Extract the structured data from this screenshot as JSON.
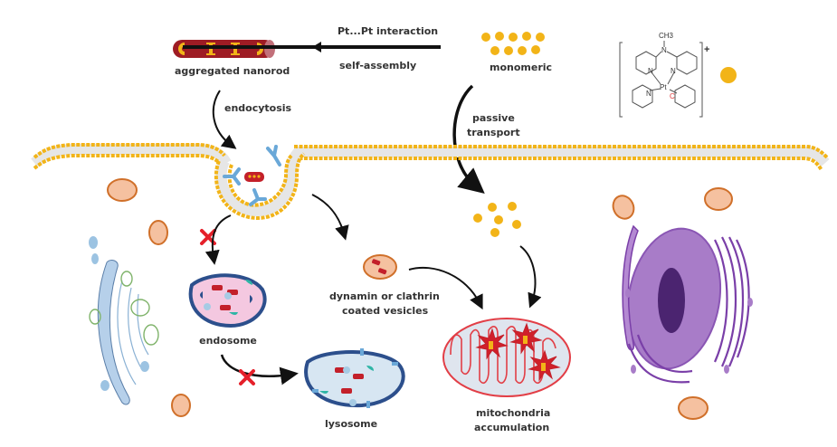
{
  "labels": {
    "interaction": "Pt...Pt interaction",
    "self_assembly": "self-assembly",
    "aggregated_nanorod": "aggregated nanorod",
    "monomeric": "monomeric",
    "endocytosis": "endocytosis",
    "passive_transport_1": "passive",
    "passive_transport_2": "transport",
    "endosome": "endosome",
    "lysosome": "lysosome",
    "vesicles_1": "dynamin or clathrin",
    "vesicles_2": "coated vesicles",
    "mito_1": "mitochondria",
    "mito_2": "accumulation"
  },
  "molecule": {
    "methyl": "CH3",
    "charge": "+",
    "metal": "Pt",
    "carbon": "C",
    "nitrogen": "N"
  },
  "colors": {
    "gold": "#f2b418",
    "nanorod": "#9e1c24",
    "vesicle_fill": "#f5c1a0",
    "vesicle_stroke": "#d0702a",
    "endosome_fill": "#f4c8e0",
    "membrane_dark": "#2c4f8c",
    "lysosome_fill": "#d7e6f2",
    "blocked": "#e5202a",
    "mito": "#e23e46",
    "cell_purple": "#a87cc8",
    "nucleolus": "#4b2470"
  }
}
